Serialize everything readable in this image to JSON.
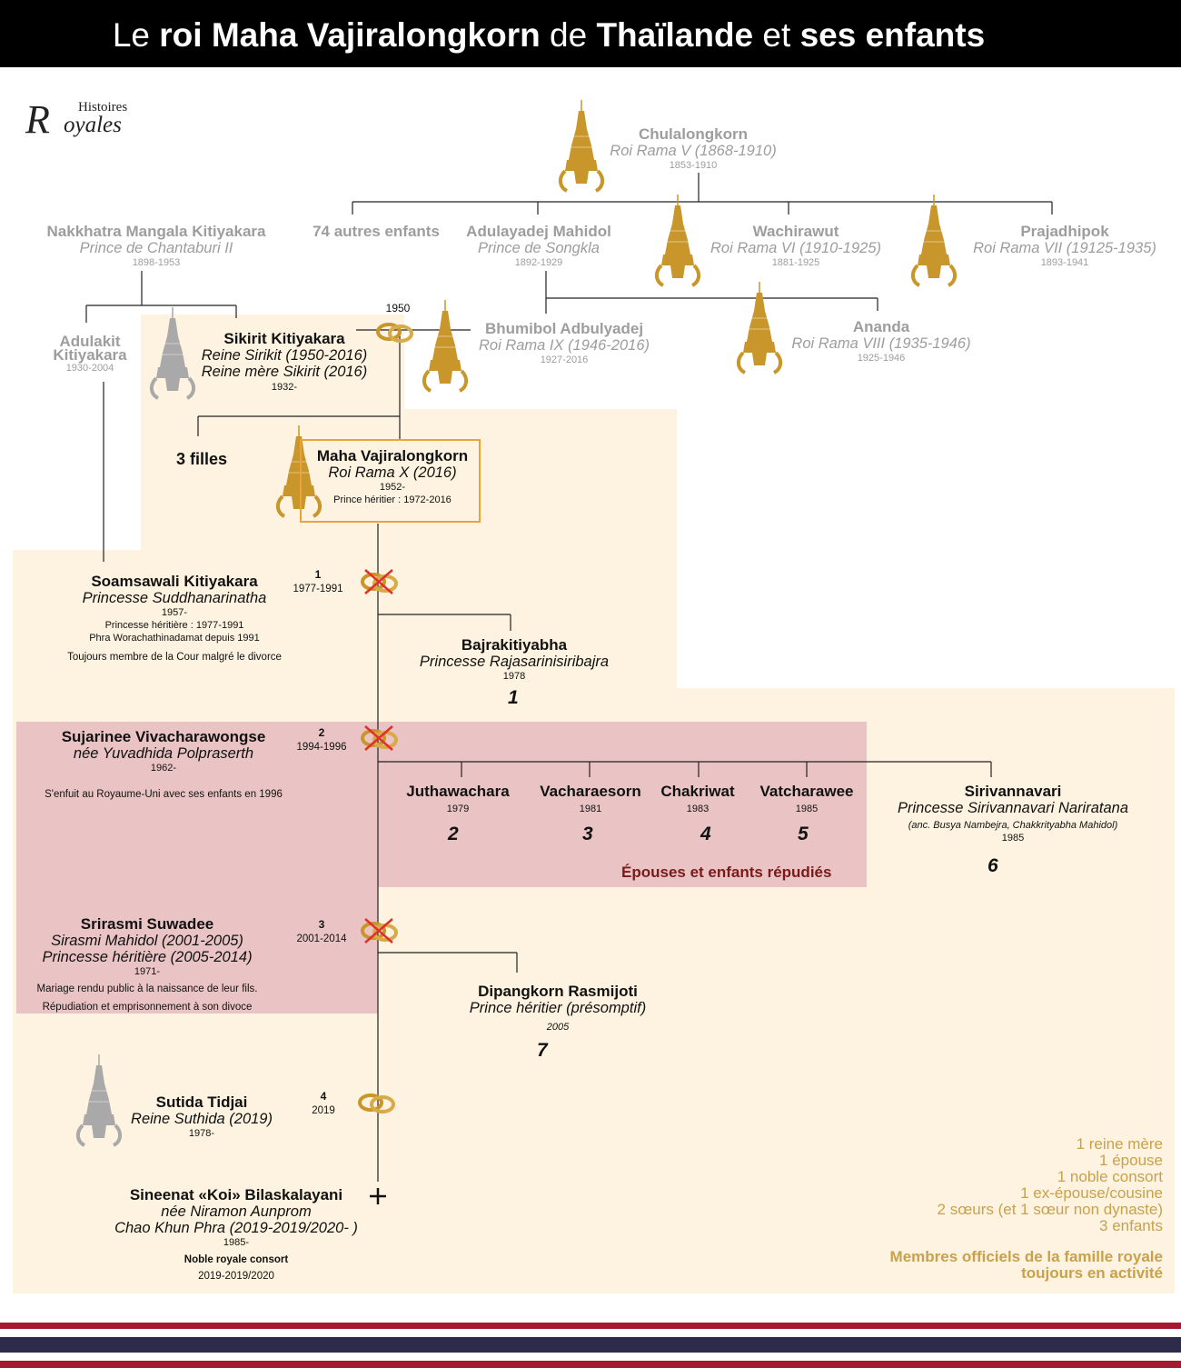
{
  "header": {
    "title_parts": [
      "Le ",
      "roi Maha Vajiralongkorn",
      " de ",
      "Thaïlande",
      " et ",
      "ses enfants"
    ]
  },
  "logo": {
    "top_word": "Histoires",
    "big_letter": "R",
    "rest_word": "oyales"
  },
  "colors": {
    "shade_light": "#fdf3e0",
    "shade_pink": "#eac4c4",
    "gold": "#c9a14a",
    "crown_gold": "#c8962a",
    "crown_silver": "#a9a9a9",
    "repudiated_text": "#7a1a1a",
    "box_border": "#e8a33a",
    "flag_red": "#a51931",
    "flag_blue": "#2d2a4a"
  },
  "ancestors": {
    "chulalongkorn": {
      "name": "Chulalongkorn",
      "title": "Roi Rama V (1868-1910)",
      "dates": "1853-1910"
    },
    "nakkhatra": {
      "name": "Nakkhatra Mangala Kitiyakara",
      "title": "Prince de Chantaburi II",
      "dates": "1898-1953"
    },
    "others": {
      "name": "74 autres enfants"
    },
    "adulayadej": {
      "name": "Adulayadej Mahidol",
      "title": "Prince de Songkla",
      "dates": "1892-1929"
    },
    "wachirawut": {
      "name": "Wachirawut",
      "title": "Roi Rama VI (1910-1925)",
      "dates": "1881-1925"
    },
    "prajadhipok": {
      "name": "Prajadhipok",
      "title": "Roi Rama VII (19125-1935)",
      "dates": "1893-1941"
    },
    "adulakit": {
      "name_line1": "Adulakit",
      "name_line2": "Kitiyakara",
      "dates": "1930-2004"
    },
    "sirikit": {
      "name": "Sikirit Kitiyakara",
      "title1": "Reine Sirikit (1950-2016)",
      "title2": "Reine mère Sikirit (2016)",
      "dates": "1932-"
    },
    "marriage_year": "1950",
    "bhumibol": {
      "name": "Bhumibol Adbulyadej",
      "title": "Roi Rama IX (1946-2016)",
      "dates": "1927-2016"
    },
    "ananda": {
      "name": "Ananda",
      "title": "Roi Rama VIII (1935-1946)",
      "dates": "1925-1946"
    },
    "sisters": {
      "name": "3 filles"
    }
  },
  "king": {
    "name": "Maha Vajiralongkorn",
    "title": "Roi Rama X (2016)",
    "dates": "1952-",
    "note": "Prince héritier : 1972-2016"
  },
  "spouses": [
    {
      "name": "Soamsawali Kitiyakara",
      "title": "Princesse Suddhanarinatha",
      "dates": "1957-",
      "note1": "Princesse héritière : 1977-1991",
      "note2": "Phra Worachathinadamat  depuis 1991",
      "note3": "Toujours membre de la Cour malgré le divorce",
      "marriage_no": "1",
      "marriage_years": "1977-1991"
    },
    {
      "name": "Sujarinee Vivacharawongse",
      "title": "née Yuvadhida Polpraserth",
      "dates": "1962-",
      "note1": "S'enfuit au Royaume-Uni avec ses enfants en 1996",
      "marriage_no": "2",
      "marriage_years": "1994-1996"
    },
    {
      "name": "Srirasmi Suwadee",
      "title1": "Sirasmi Mahidol (2001-2005)",
      "title2": "Princesse héritière (2005-2014)",
      "dates": "1971-",
      "note1": "Mariage rendu public à la naissance de leur fils.",
      "note2": "Répudiation et emprisonnement à son divoce",
      "marriage_no": "3",
      "marriage_years": "2001-2014"
    },
    {
      "name": "Sutida Tidjai",
      "title": "Reine Suthida (2019)",
      "dates": "1978-",
      "marriage_no": "4",
      "marriage_years": "2019"
    },
    {
      "name": "Sineenat «Koi» Bilaskalayani",
      "title1": "née Niramon Aunprom",
      "title2": "Chao Khun Phra (2019-2019/2020- )",
      "dates": "1985-",
      "note1": "Noble royale consort",
      "note2": "2019-2019/2020",
      "symbol": "+"
    }
  ],
  "children": [
    {
      "name": "Bajrakitiyabha",
      "title": "Princesse Rajasarinisiribajra",
      "year": "1978",
      "num": "1"
    },
    {
      "name": "Juthawachara",
      "year": "1979",
      "num": "2"
    },
    {
      "name": "Vacharaesorn",
      "year": "1981",
      "num": "3"
    },
    {
      "name": "Chakriwat",
      "year": "1983",
      "num": "4"
    },
    {
      "name": "Vatcharawee",
      "year": "1985",
      "num": "5"
    },
    {
      "name": "Sirivannavari",
      "title": "Princesse Sirivannavari Nariratana",
      "note": "(anc. Busya Nambejra, Chakkrityabha Mahidol)",
      "year": "1985",
      "num": "6"
    },
    {
      "name": "Dipangkorn Rasmijoti",
      "title": "Prince héritier (présomptif)",
      "year": "2005",
      "num": "7"
    }
  ],
  "repudiated_label": "Épouses et enfants répudiés",
  "summary": {
    "lines": [
      "1 reine mère",
      "1 épouse",
      "1 noble consort",
      "1 ex-épouse/cousine",
      "2 sœurs (et 1 sœur non dynaste)",
      "3 enfants"
    ],
    "official_line1": "Membres officiels de la famille royale",
    "official_line2": "toujours en activité"
  }
}
